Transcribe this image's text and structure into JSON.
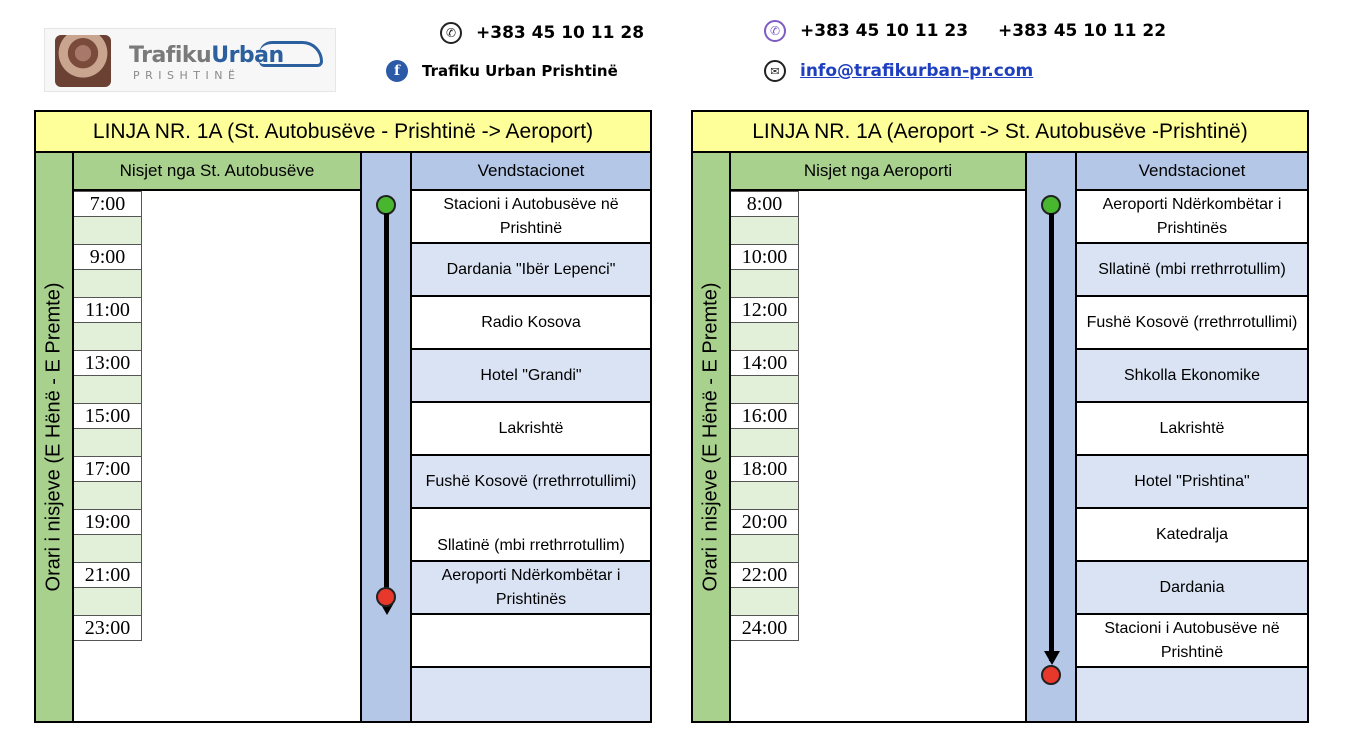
{
  "header": {
    "logo": {
      "word1": "Trafiku",
      "word2": "Urban",
      "city": "PRISHTINË"
    },
    "phone": "+383 45 10 11 28",
    "facebook": "Trafiku Urban Prishtinë",
    "viber": "+383 45 10 11 23",
    "phone2": "+383 45 10 11 22",
    "email": "info@trafikurban-pr.com",
    "icons": [
      "phone-icon",
      "facebook-icon",
      "viber-icon",
      "mail-icon"
    ],
    "colors": {
      "link": "#1e3fbf",
      "facebook": "#2b5aa6",
      "viber": "#7d5cc4"
    }
  },
  "tables": [
    {
      "title": "LINJA NR. 1A (St. Autobusëve - Prishtinë -> Aeroport)",
      "side_label": "Orari i nisjeve (E Hënë - E Premte)",
      "departures_header": "Nisjet nga St. Autobusëve",
      "stops_header": "Vendstacionet",
      "departures": [
        "7:00",
        "9:00",
        "11:00",
        "13:00",
        "15:00",
        "17:00",
        "19:00",
        "21:00",
        "23:00"
      ],
      "stops": [
        "Stacioni i Autobusëve në Prishtinë",
        "Dardania \"Ibër Lepenci\"",
        "Radio Kosova",
        "Hotel \"Grandi\"",
        "Lakrishtë",
        "Fushë Kosovë (rrethrrotullimi)",
        "Sllatinë (mbi rrethrrotullim)",
        "Aeroporti Ndërkombëtar i Prishtinës",
        "",
        ""
      ]
    },
    {
      "title": "LINJA NR. 1A (Aeroport -> St. Autobusëve -Prishtinë)",
      "side_label": "Orari i nisjeve (E Hënë - E Premte)",
      "departures_header": "Nisjet nga Aeroporti",
      "stops_header": "Vendstacionet",
      "departures": [
        "8:00",
        "10:00",
        "12:00",
        "14:00",
        "16:00",
        "18:00",
        "20:00",
        "22:00",
        "24:00"
      ],
      "stops": [
        "Aeroporti Ndërkombëtar i Prishtinës",
        "Sllatinë (mbi rrethrrotullim)",
        "Fushë Kosovë (rrethrrotullimi)",
        "Shkolla Ekonomike",
        "Lakrishtë",
        "Hotel \"Prishtina\"",
        "Katedralja",
        "Dardania",
        "Stacioni i Autobusëve në Prishtinë",
        ""
      ]
    }
  ],
  "colors": {
    "title_bg": "#ffff99",
    "green_bg": "#a9d18e",
    "light_green": "#e2efd9",
    "blue_bg": "#b4c7e7",
    "light_blue": "#dae3f3",
    "start_dot": "#49b630",
    "end_dot": "#e8382c"
  }
}
